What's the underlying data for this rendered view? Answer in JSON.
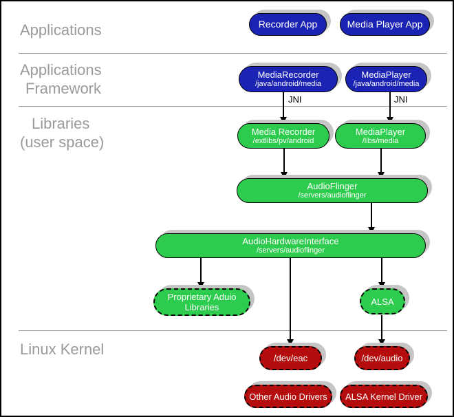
{
  "sections": {
    "applications": {
      "label": "Applications"
    },
    "framework": {
      "line1": "Applications",
      "line2": "Framework"
    },
    "libraries": {
      "line1": "Libraries",
      "line2": "(user space)"
    },
    "kernel": {
      "label": "Linux Kernel"
    }
  },
  "nodes": {
    "recorder_app": {
      "label": "Recorder App"
    },
    "media_player_app": {
      "label": "Media Player App"
    },
    "media_recorder_fw": {
      "label": "MediaRecorder",
      "path": "/java/android/media"
    },
    "media_player_fw": {
      "label": "MediaPlayer",
      "path": "/java/android/media"
    },
    "media_recorder_lib": {
      "label": "Media Recorder",
      "path": "/extlibs/pv/android"
    },
    "media_player_lib": {
      "label": "MediaPlayer",
      "path": "/libs/media"
    },
    "audio_flinger": {
      "label": "AudioFlinger",
      "path": "/servers/audioflinger"
    },
    "audio_hardware_interface": {
      "label": "AudioHardwareInterface",
      "path": "/servers/audioflinger"
    },
    "proprietary_audio_libs": {
      "line1": "Proprietary Aduio",
      "line2": "Libraries"
    },
    "alsa": {
      "label": "ALSA"
    },
    "dev_eac": {
      "label": "/dev/eac"
    },
    "dev_audio": {
      "label": "/dev/audio"
    },
    "other_audio_drivers": {
      "label": "Other Audio Drivers"
    },
    "alsa_kernel_driver": {
      "label": "ALSA Kernel Driver"
    }
  },
  "connections": {
    "jni_left": "JNI",
    "jni_right": "JNI"
  },
  "colors": {
    "app_blue": "#1b23b4",
    "lib_green": "#2ecc4e",
    "kernel_red": "#b50d0d",
    "shadow_gray": "#c5c5c5",
    "section_text_gray": "#9a9a9a"
  }
}
